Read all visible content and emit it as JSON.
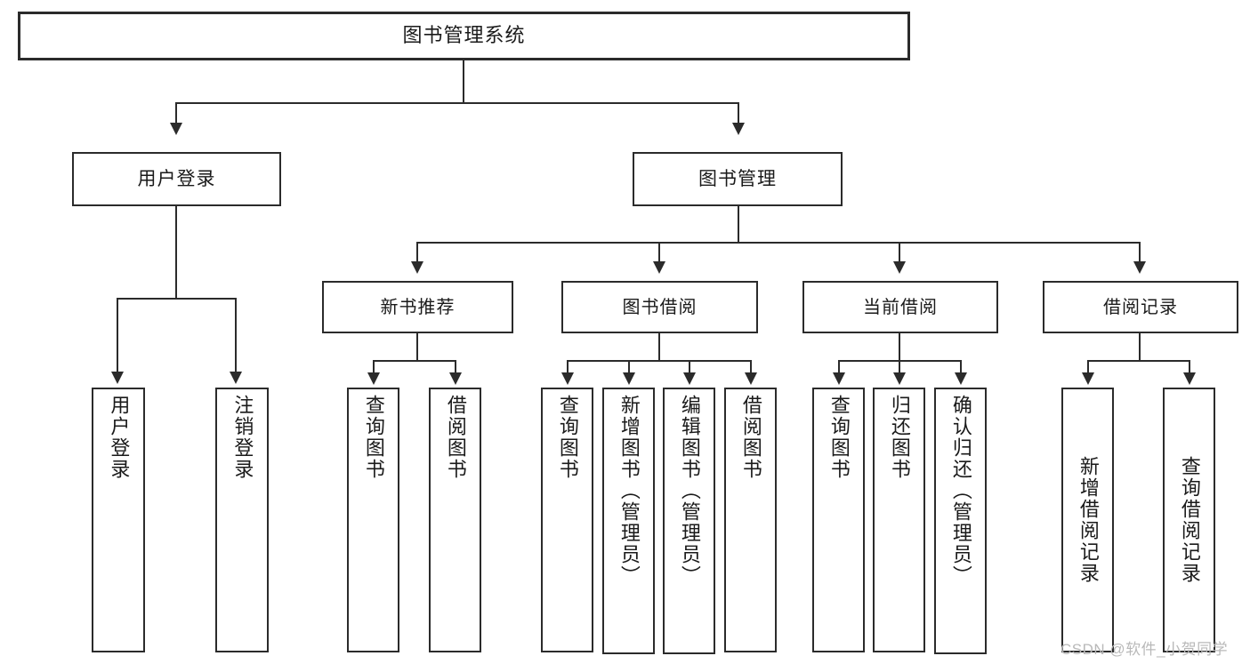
{
  "diagram": {
    "title": "图书管理系统",
    "type": "功能结构图",
    "root": {
      "label": "图书管理系统"
    },
    "level2": [
      {
        "label": "用户登录"
      },
      {
        "label": "图书管理"
      }
    ],
    "level3": [
      {
        "label": "新书推荐"
      },
      {
        "label": "图书借阅"
      },
      {
        "label": "当前借阅"
      },
      {
        "label": "借阅记录"
      }
    ],
    "leaves": {
      "user_login": [
        {
          "label": "用户登录"
        },
        {
          "label": "注销登录"
        }
      ],
      "new_book_recommend": [
        {
          "label": "查询图书"
        },
        {
          "label": "借阅图书"
        }
      ],
      "book_borrow": [
        {
          "label": "查询图书"
        },
        {
          "label": "新增图书（管理员）"
        },
        {
          "label": "编辑图书（管理员）"
        },
        {
          "label": "借阅图书"
        }
      ],
      "current_borrow": [
        {
          "label": "查询图书"
        },
        {
          "label": "归还图书"
        },
        {
          "label": "确认归还（管理员）"
        }
      ],
      "borrow_record": [
        {
          "label": "新增借阅记录"
        },
        {
          "label": "查询借阅记录"
        }
      ]
    }
  },
  "watermark": {
    "text": "CSDN @软件_小贺同学"
  },
  "colors": {
    "stroke": "#2b2b2b",
    "background": "#ffffff",
    "text": "#1a1a1a",
    "watermark": "#b9b9b9"
  }
}
